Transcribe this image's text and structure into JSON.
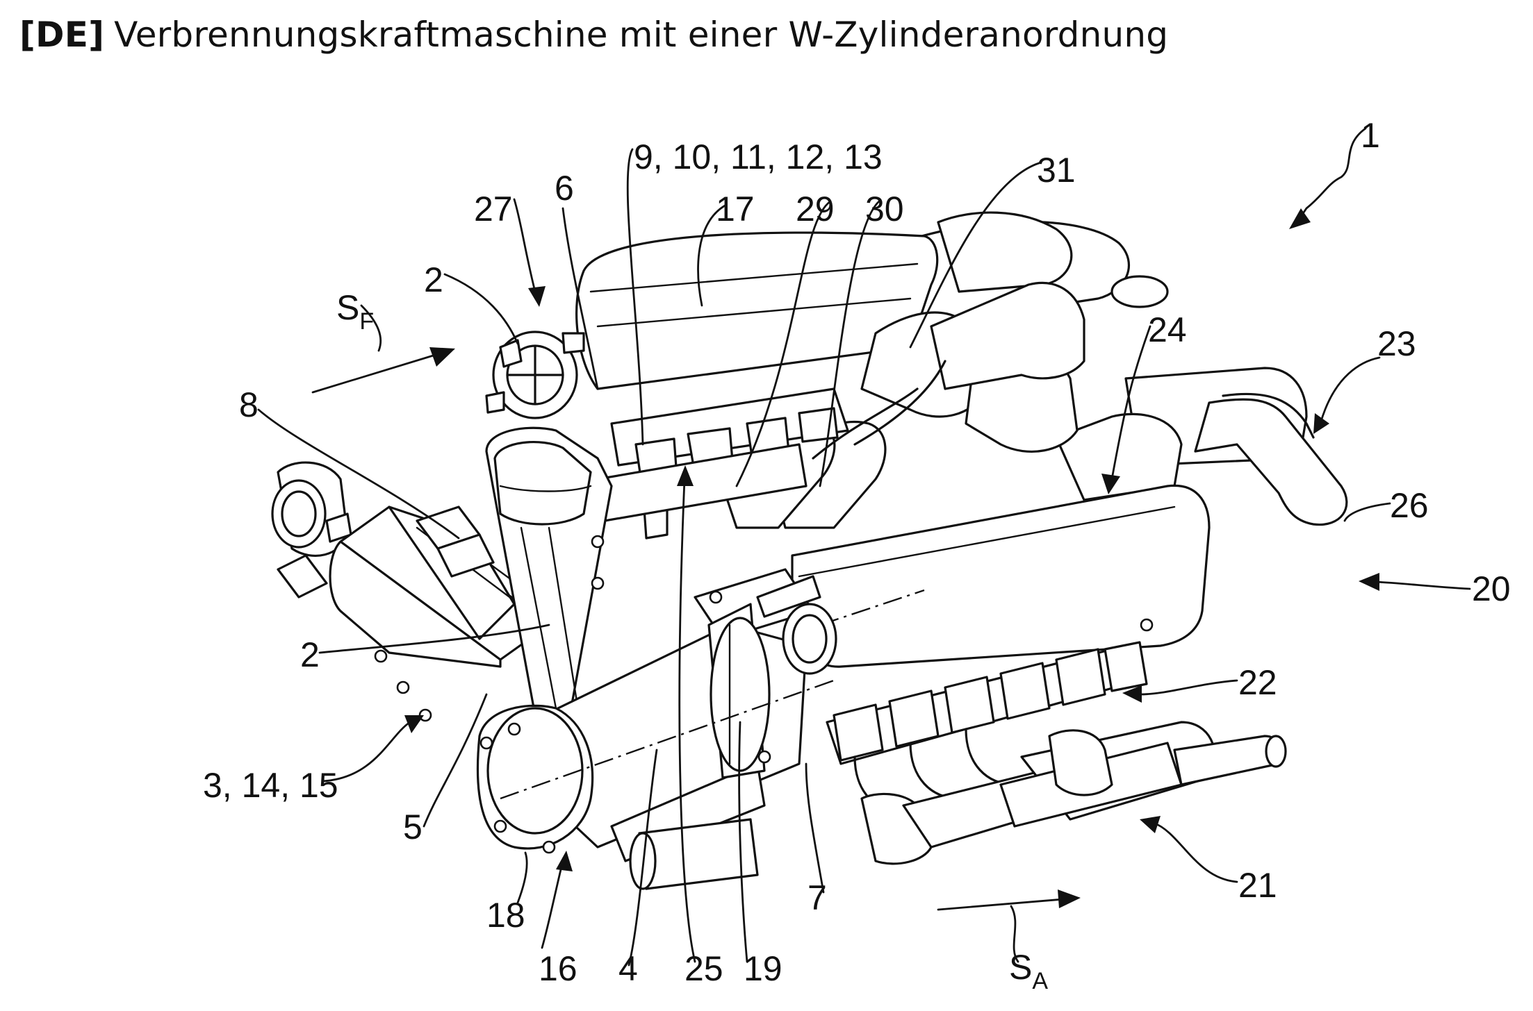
{
  "header": {
    "lang_tag": "[DE]",
    "title": "Verbrennungskraftmaschine mit einer W-Zylinderanordnung"
  },
  "figure": {
    "reference_labels": {
      "r1": "1",
      "r2_top": "2",
      "r2_left": "2",
      "r27": "27",
      "r6": "6",
      "r9_13": "9, 10, 11, 12, 13",
      "r17": "17",
      "r29": "29",
      "r30": "30",
      "r31": "31",
      "r24": "24",
      "r23": "23",
      "r26": "26",
      "r20": "20",
      "r22": "22",
      "r21": "21",
      "r8": "8",
      "r3_14_15": "3, 14, 15",
      "r5": "5",
      "r18": "18",
      "r16": "16",
      "r4": "4",
      "r25": "25",
      "r19": "19",
      "r7": "7"
    },
    "flow_labels": {
      "sf_main": "S",
      "sf_sub": "F",
      "sa_main": "S",
      "sa_sub": "A"
    }
  }
}
